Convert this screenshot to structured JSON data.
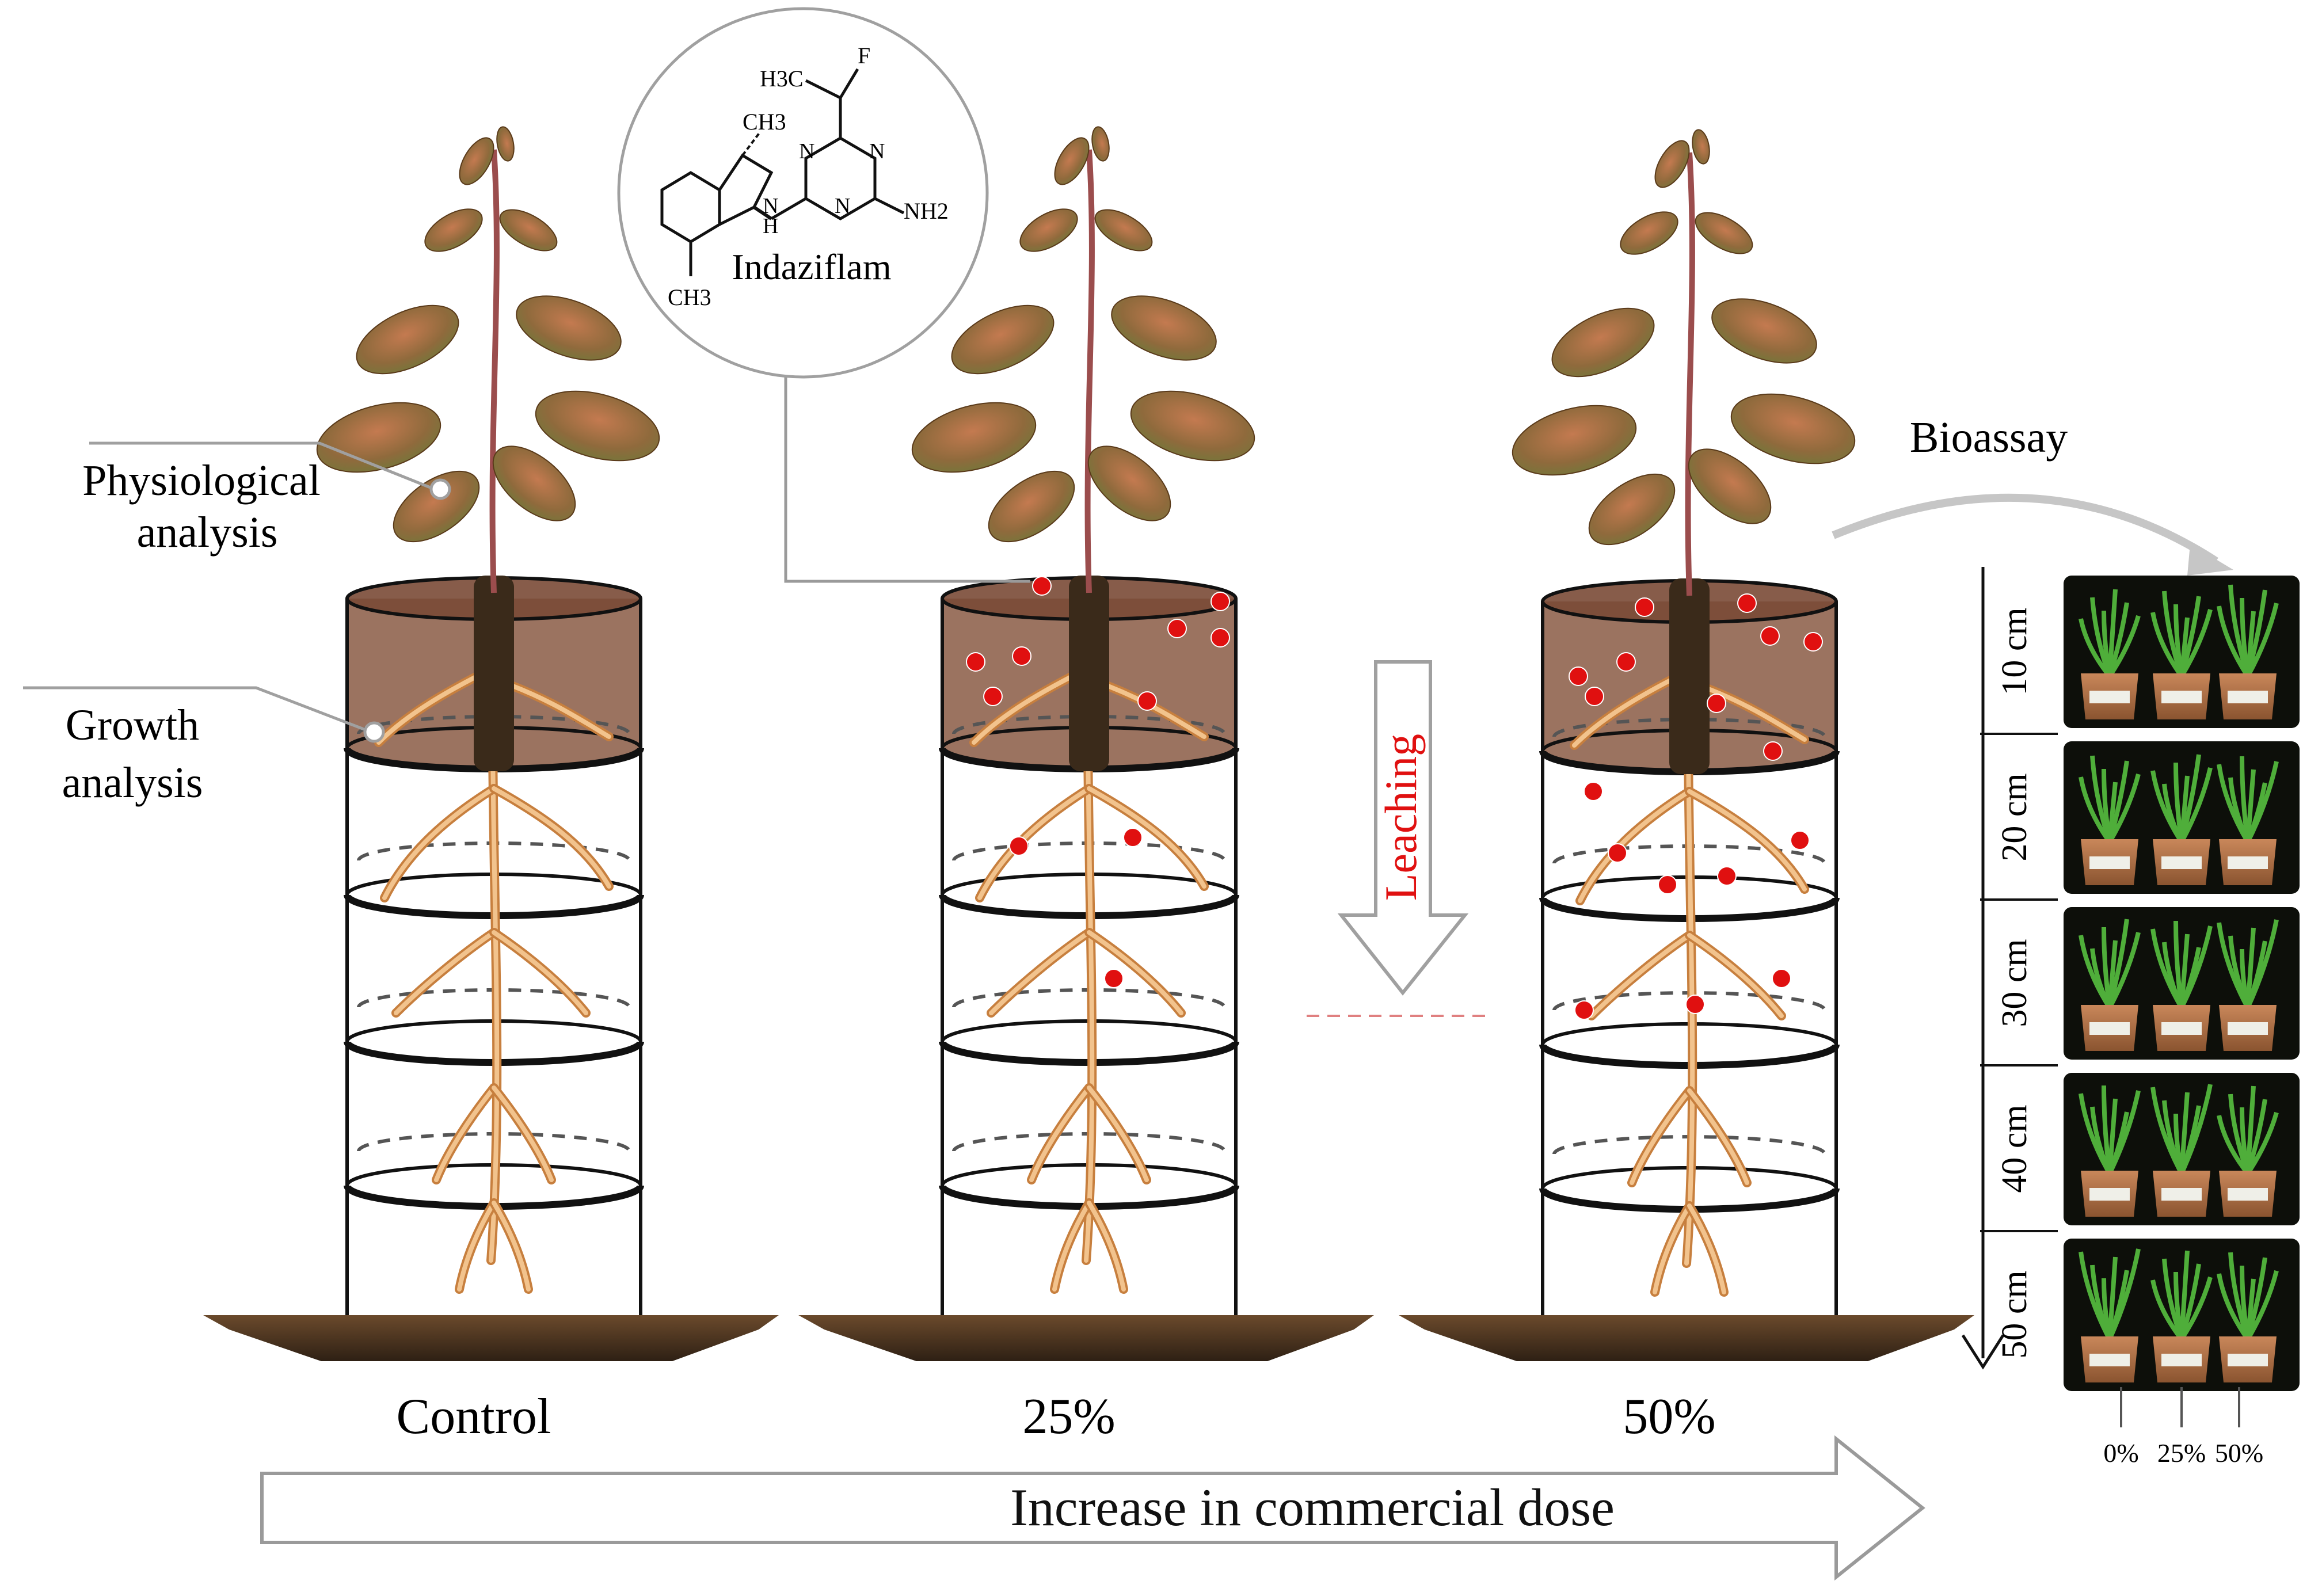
{
  "chemical": {
    "name": "Indaziflam",
    "groups": {
      "h3c": "H3C",
      "f": "F",
      "ch3_top": "CH3",
      "nh2": "NH2",
      "ch3_bottom": "CH3",
      "n": "N",
      "h": "H"
    }
  },
  "labels": {
    "physiological_line1": "Physiological",
    "physiological_line2": "analysis",
    "growth_line1": "Growth",
    "growth_line2": "analysis",
    "leaching": "Leaching",
    "bioassay": "Bioassay",
    "arrow_text": "Increase in commercial dose"
  },
  "treatments": [
    "Control",
    "25%",
    "50%"
  ],
  "bioassay": {
    "depths": [
      "10 cm",
      "20 cm",
      "30 cm",
      "40 cm",
      "50 cm"
    ],
    "doses": [
      "0%",
      "25%",
      "50%"
    ]
  },
  "colors": {
    "soil": "#8a5a44",
    "root": "#e8a763",
    "herbicide_dot": "#e01010",
    "leaf": "#9c6a3b",
    "leaching_text": "#e01010",
    "tray": "#4a3420"
  }
}
